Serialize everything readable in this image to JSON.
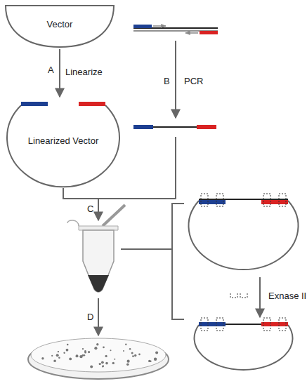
{
  "diagram": {
    "nodes": [
      {
        "text": [
          "Vector"
        ]
      },
      {
        "text": [
          "Linearized Vector"
        ]
      }
    ],
    "edges": [
      {
        "from": 0,
        "to": 1,
        "arrow": "to",
        "label": "Linearize"
      }
    ],
    "labels": [
      "A",
      "B",
      "PCR",
      "C",
      "D",
      "Exnase II"
    ]
  }
}
